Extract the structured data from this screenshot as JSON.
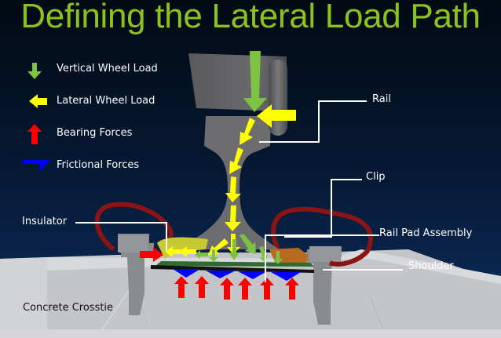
{
  "slide": {
    "title": "Defining the Lateral Load Path"
  },
  "legend": {
    "items": [
      {
        "label": "Vertical Wheel Load",
        "icon": "green-down-arrow-icon",
        "color": "#7dc242"
      },
      {
        "label": "Lateral Wheel Load",
        "icon": "yellow-left-arrow-icon",
        "color": "#ffff00"
      },
      {
        "label": "Bearing Forces",
        "icon": "red-up-arrow-icon",
        "color": "#ff0000"
      },
      {
        "label": "Frictional Forces",
        "icon": "blue-wedge-icon",
        "color": "#0000ff"
      }
    ]
  },
  "callouts": {
    "rail": "Rail",
    "clip": "Clip",
    "insulator": "Insulator",
    "rail_pad_assembly": "Rail Pad Assembly",
    "shoulder": "Shoulder",
    "concrete_crosstie": "Concrete Crosstie"
  },
  "colors": {
    "title": "#8cc21e",
    "background_top": "#020a14",
    "background_bottom": "#0c2a55",
    "rail": "#6b6b6b",
    "clip": "#8b1414",
    "insulator": "#c8c832",
    "pad": "#b86a1e",
    "crosstie": "#c8c9cc"
  }
}
